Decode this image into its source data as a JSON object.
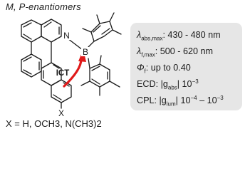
{
  "heading": {
    "text": "M, P-enantiomers"
  },
  "molecule": {
    "atoms": {
      "n": "N",
      "b": "B",
      "x": "X"
    },
    "ict_label": "ICT",
    "colors": {
      "arrow": "#e01a1a",
      "bonds": "#1a1a1a"
    }
  },
  "substituents": {
    "text": "X = H, OCH3, N(CH3)2"
  },
  "properties": {
    "box_color": "#e6e6e6",
    "items": [
      {
        "symbol": "λ",
        "sub": "abs,max",
        "value": ": 430 - 480 nm"
      },
      {
        "symbol": "λ",
        "sub": "f,max",
        "value": ": 500 - 620 nm"
      },
      {
        "symbol": "Φ",
        "sub": "f",
        "value": ": up to 0.40"
      },
      {
        "label": "ECD: |g",
        "sub": "abs",
        "mid": "| 10",
        "sup": "−3"
      },
      {
        "label": "CPL: |g",
        "sub": "lum",
        "mid": "| 10",
        "sup": "−4",
        "tail": " – 10",
        "sup2": "−3"
      }
    ]
  }
}
